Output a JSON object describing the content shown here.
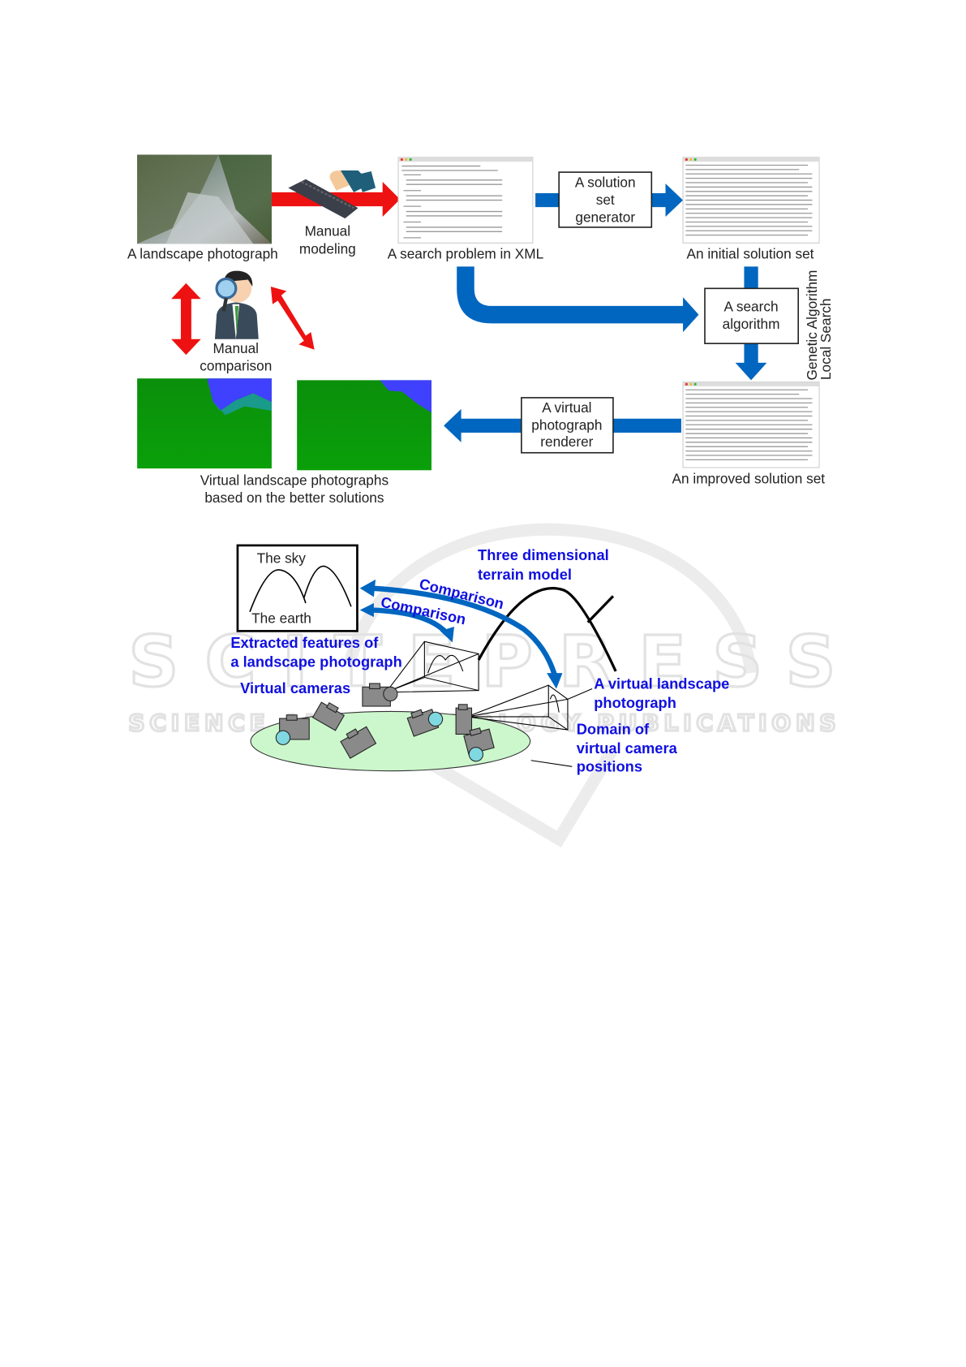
{
  "watermark": {
    "brand": "SCITEPRESS",
    "tagline": "SCIENCE AND TECHNOLOGY PUBLICATIONS"
  },
  "top_figure": {
    "landscape_photo_label": "A  landscape photograph",
    "manual_modeling": [
      "Manual",
      "modeling"
    ],
    "search_problem_label": "A  search problem in XML",
    "solution_set_generator": [
      "A solution",
      "set",
      "generator"
    ],
    "initial_solution_label": "An initial solution set",
    "search_algorithm": [
      "A search",
      "algorithm"
    ],
    "algorithm_types": [
      "Genetic Algorithm",
      "Local Search"
    ],
    "manual_comparison": [
      "Manual",
      "comparison"
    ],
    "renderer": [
      "A virtual",
      "photograph",
      "renderer"
    ],
    "improved_solution_label": "An improved solution set",
    "virtual_photos_label": [
      "Virtual landscape photographs",
      "based on the better solutions"
    ]
  },
  "bottom_figure": {
    "sky_label": "The sky",
    "earth_label": "The earth",
    "terrain_model": [
      "Three dimensional",
      "terrain model"
    ],
    "comparison": "Comparison",
    "extracted_features": [
      "Extracted features of",
      "a landscape photograph"
    ],
    "virtual_cameras": "Virtual cameras",
    "virtual_photo": [
      "A virtual landscape",
      "photograph"
    ],
    "domain": [
      "Domain of",
      "virtual camera",
      "positions"
    ]
  },
  "colors": {
    "flow_blue": "#0066c0",
    "manual_red": "#ee1111",
    "label_blue": "#1010e0",
    "render_green": "#0a9a0a",
    "render_sky": "#4040ff",
    "domain_fill": "#ccf7cc"
  }
}
